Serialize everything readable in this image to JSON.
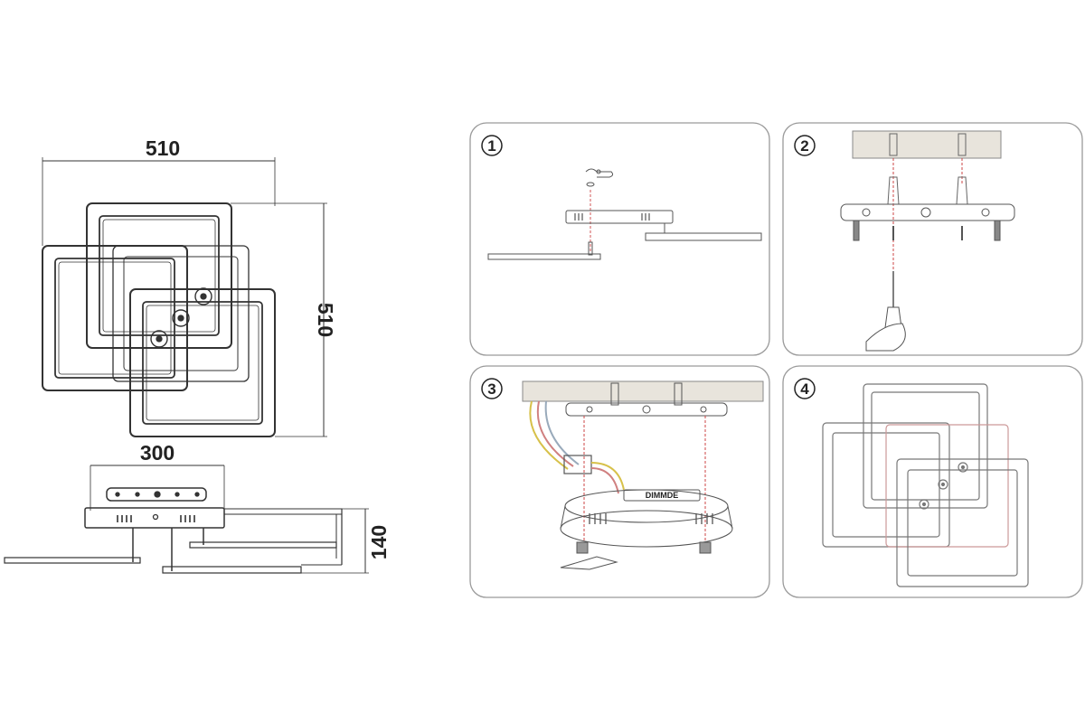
{
  "dimensions": {
    "top_width": "510",
    "top_height": "510",
    "side_width": "300",
    "side_height": "140"
  },
  "steps": [
    {
      "number": "1"
    },
    {
      "number": "2"
    },
    {
      "number": "3",
      "driver_label": "DIMMDE"
    },
    {
      "number": "4"
    }
  ]
}
